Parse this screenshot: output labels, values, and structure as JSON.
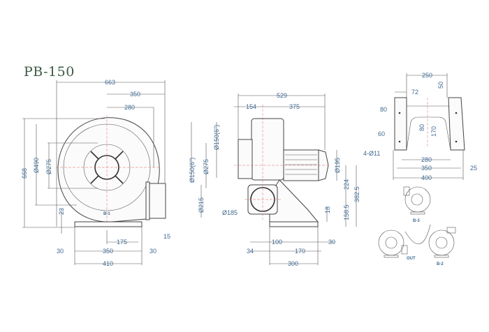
{
  "title": "PB-150",
  "colors": {
    "dimension_text": "#3f6a92",
    "title": "#3c5a44",
    "centerline": "#d66666"
  },
  "front_view": {
    "d663": "663",
    "d350": "350",
    "d280": "280",
    "d668": "668",
    "d490": "Ø490",
    "d275": "Ø275",
    "d23": "23",
    "d150": "Ø150(6\")",
    "d215": "Ø215",
    "d15": "15",
    "d175": "175",
    "d30a": "30",
    "d350b": "350",
    "d30b": "30",
    "d410": "410",
    "mark": "B-1"
  },
  "side_view": {
    "d529": "529",
    "d154": "154",
    "d375": "375",
    "d150": "Ø150(6\")",
    "d275": "Ø275",
    "d185": "Ø185",
    "d195": "Ø195",
    "d224": "224",
    "d3825": "382.5",
    "d18": "18",
    "d1585": "158.5",
    "d100": "100",
    "d30": "30",
    "d34": "34",
    "d170": "170",
    "d300": "300"
  },
  "base_plan": {
    "d250": "250",
    "d50": "50",
    "d72": "72",
    "d80a": "80",
    "d60": "60",
    "d80b": "80",
    "d170": "170",
    "holes": "4-Ø11",
    "d280": "280",
    "d350": "350",
    "d25": "25",
    "d400": "400"
  },
  "orientations": {
    "b3": "B-3",
    "b2": "B-2",
    "out": "OUT"
  }
}
